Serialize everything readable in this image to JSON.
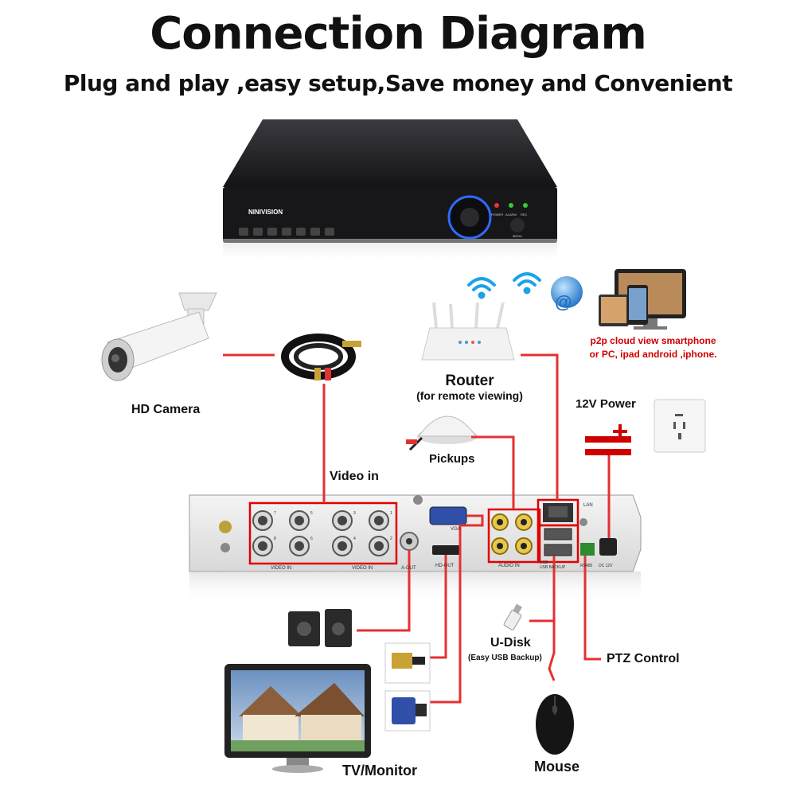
{
  "header": {
    "title": "Connection Diagram",
    "subtitle": "Plug and play ,easy setup,Save money and Convenient"
  },
  "dvr_front": {
    "brand": "NINIVISION",
    "indicators": [
      "POWER",
      "ALARM",
      "REC"
    ],
    "menu_label": "MENU"
  },
  "labels": {
    "hd_camera": "HD Camera",
    "video_in": "Video in",
    "router": "Router",
    "router_sub": "(for remote viewing)",
    "pickups": "Pickups",
    "power": "12V Power",
    "p2p_line1": "p2p cloud  view smartphone",
    "p2p_line2": "or PC, ipad android ,iphone.",
    "u_disk": "U-Disk",
    "u_disk_sub": "(Easy USB Backup)",
    "ptz": "PTZ Control",
    "tv": "TV/Monitor",
    "mouse": "Mouse"
  },
  "rear_panel": {
    "video_in_label": "VIDEO IN",
    "bnc_numbers": [
      "7",
      "5",
      "3",
      "1",
      "8",
      "6",
      "4",
      "2"
    ],
    "audio_out": "A-OUT",
    "hd_out": "HD-OUT",
    "vga": "VGA",
    "audio_in": "AUDIO IN",
    "lan": "LAN",
    "usb_label": "USB",
    "usb_backup": "USB BACKUP",
    "rs485": "RS485",
    "dc12v": "DC 12V"
  },
  "colors": {
    "accent": "#e00000",
    "line": "#e53030",
    "dvr_body": "#1e1e22"
  }
}
